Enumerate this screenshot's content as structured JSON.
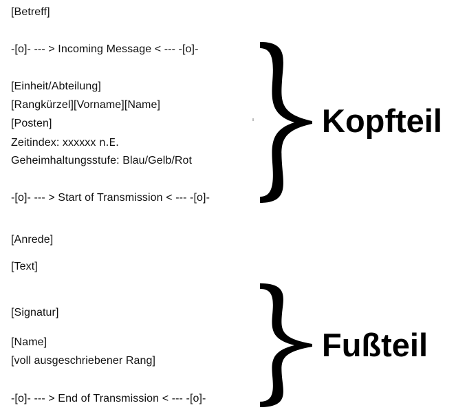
{
  "header": {
    "subject": "[Betreff]",
    "incoming": "-[o]- --- > Incoming Message < --- -[o]-",
    "unit": "[Einheit/Abteilung]",
    "rank_name": "[Rangkürzel][Vorname][Name]",
    "post": "[Posten]",
    "time_prefix": "Zeitindex: xxxxxx ",
    "time_suffix": "n.E.",
    "classification": "Geheimhaltungsstufe: Blau/Gelb/Rot",
    "start_transmission": "-[o]- --- > Start of Transmission < --- -[o]-"
  },
  "body": {
    "salutation": "[Anrede]",
    "text": "[Text]"
  },
  "footer": {
    "signature": "[Signatur]",
    "name": "[Name]",
    "full_rank": "[voll ausgeschriebener Rang]",
    "end_transmission": "-[o]- --- > End of Transmission < --- -[o]-"
  },
  "labels": {
    "head_section": "Kopfteil",
    "foot_section": "Fußteil"
  },
  "colors": {
    "text": "#111111",
    "brace": "#000000",
    "background": "#ffffff"
  }
}
